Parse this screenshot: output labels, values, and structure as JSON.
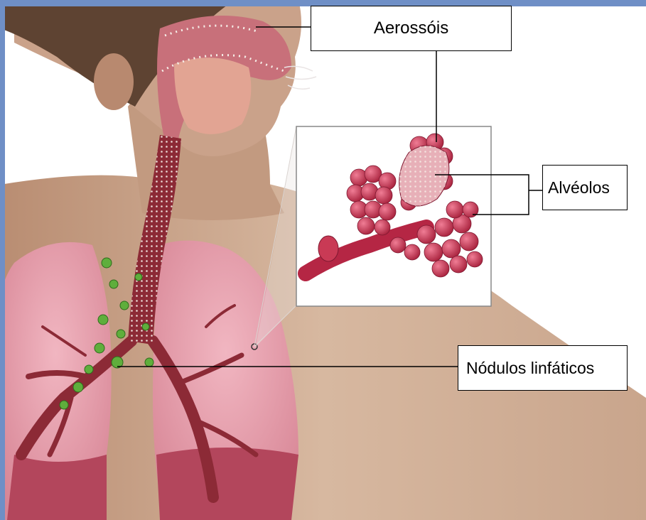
{
  "labels": {
    "aerosols": "Aerossóis",
    "alveoli": "Alvéolos",
    "lymph_nodes": "Nódulos linfáticos"
  },
  "colors": {
    "frame_blue": "#6f8fc6",
    "skin": "#c9a58c",
    "lung": "#e39aa8",
    "lung_dark": "#b3465c",
    "airway": "#8c2a36",
    "alveoli": "#c93a55",
    "lymph": "#5fae3c",
    "background": "#ffffff"
  }
}
